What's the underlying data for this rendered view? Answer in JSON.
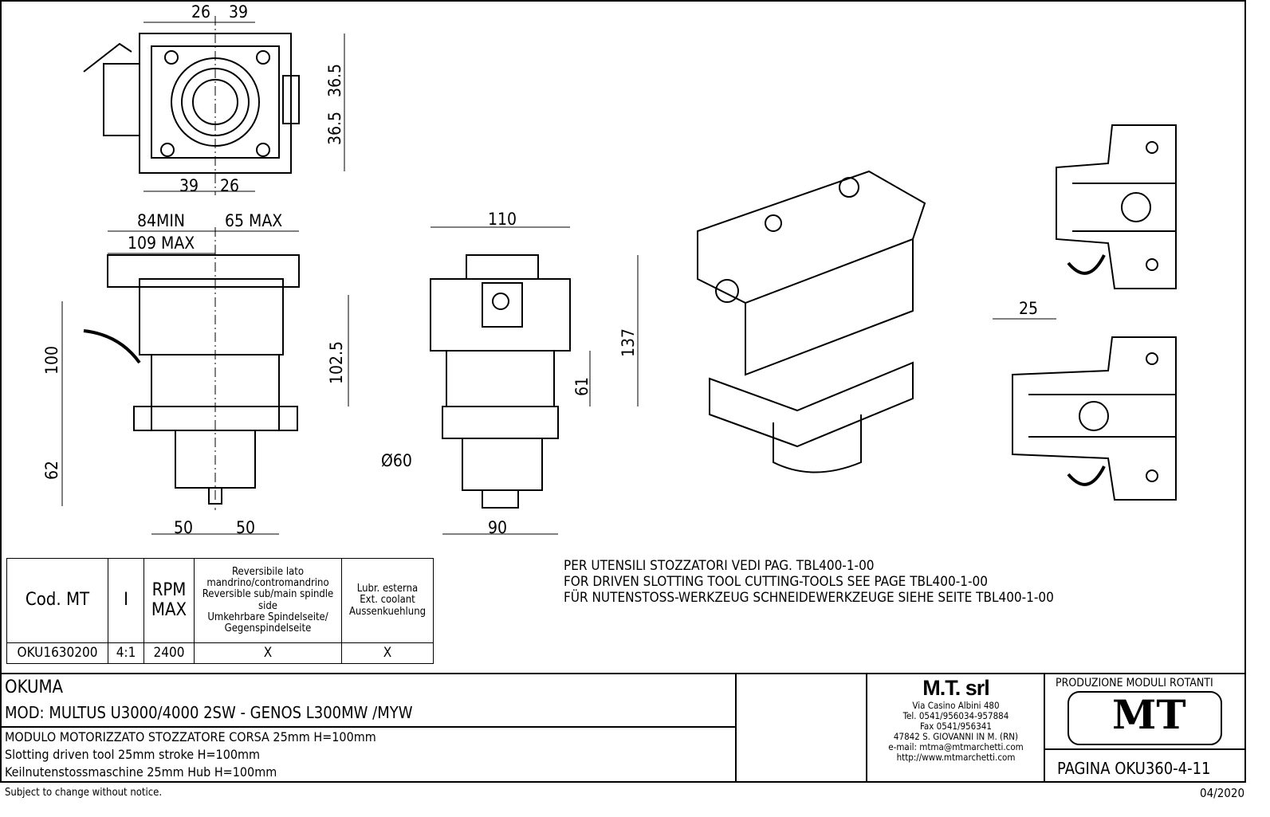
{
  "dimensions": {
    "top_view": [
      "26",
      "39",
      "36.5",
      "36.5",
      "39",
      "26"
    ],
    "side_view": [
      "84MIN",
      "65 MAX",
      "109 MAX",
      "100",
      "102.5",
      "62",
      "50",
      "50"
    ],
    "front_view": [
      "110",
      "137",
      "61",
      "Ø60",
      "90"
    ],
    "detail": [
      "25"
    ]
  },
  "spec_table": {
    "headers": [
      "Cod. MT",
      "I",
      "RPM MAX",
      "Reversibile lato mandrino/contromandrino",
      "Reversible sub/main spindle side",
      "Umkehrbare Spindelseite/ Gegenspindelseite",
      "Lubr. esterna",
      "Ext. coolant",
      "Aussenkuehlung"
    ],
    "row": [
      "OKU1630200",
      "4:1",
      "2400",
      "X",
      "X"
    ]
  },
  "notes": [
    "PER UTENSILI STOZZATORI VEDI PAG. TBL400-1-00",
    "FOR DRIVEN SLOTTING TOOL CUTTING-TOOLS SEE PAGE TBL400-1-00",
    "FÜR NUTENSTOSS-WERKZEUG SCHNEIDEWERKZEUGE SIEHE SEITE TBL400-1-00"
  ],
  "title_block": {
    "brand": "OKUMA",
    "model": "MOD: MULTUS U3000/4000 2SW  - GENOS L300MW /MYW",
    "desc_it": "MODULO MOTORIZZATO STOZZATORE CORSA 25mm H=100mm",
    "desc_en": "Slotting driven tool 25mm stroke H=100mm",
    "desc_de": "Keilnutenstossmaschine 25mm Hub H=100mm",
    "company": "M.T. srl",
    "address": [
      "Via Casino Albini 480",
      "Tel. 0541/956034-957884",
      "Fax 0541/956341",
      "47842 S. GIOVANNI IN M. (RN)",
      "e-mail: mtma@mtmarchetti.com",
      "http://www.mtmarchetti.com"
    ],
    "production": "PRODUZIONE MODULI ROTANTI",
    "logo_text": "MT",
    "page": "PAGINA OKU360-4-11"
  },
  "footer": {
    "notice": "Subject to change without notice.",
    "date": "04/2020"
  }
}
